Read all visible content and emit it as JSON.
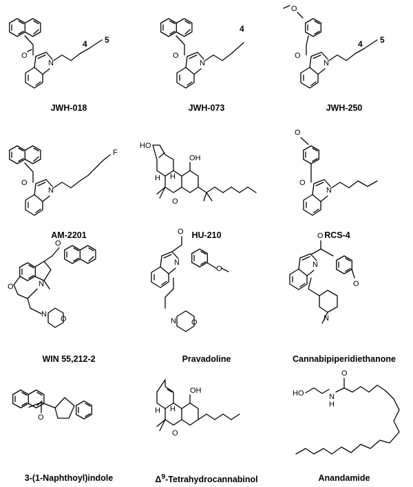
{
  "compounds": [
    {
      "name": "JWH-018",
      "chain_labels": [
        "4",
        "5"
      ]
    },
    {
      "name": "JWH-073",
      "chain_labels": [
        "4"
      ]
    },
    {
      "name": "JWH-250",
      "chain_labels": [
        "4",
        "5"
      ]
    },
    {
      "name": "AM-2201"
    },
    {
      "name": "HU-210"
    },
    {
      "name": "RCS-4"
    },
    {
      "name": "WIN 55,212-2"
    },
    {
      "name": "Pravadoline"
    },
    {
      "name": "Cannabipiperidiethanone"
    },
    {
      "name": "3-(1-Naphthoyl)indole"
    },
    {
      "name_prefix": "Δ",
      "name_sup": "9",
      "name_rest": "-Tetrahydrocannabinol"
    },
    {
      "name": "Anandamide"
    }
  ],
  "atoms": {
    "N": "N",
    "O": "O",
    "F": "F",
    "HO": "HO",
    "OH": "OH",
    "H": "H",
    "N_H": "N\nH",
    "OMe": "O"
  }
}
